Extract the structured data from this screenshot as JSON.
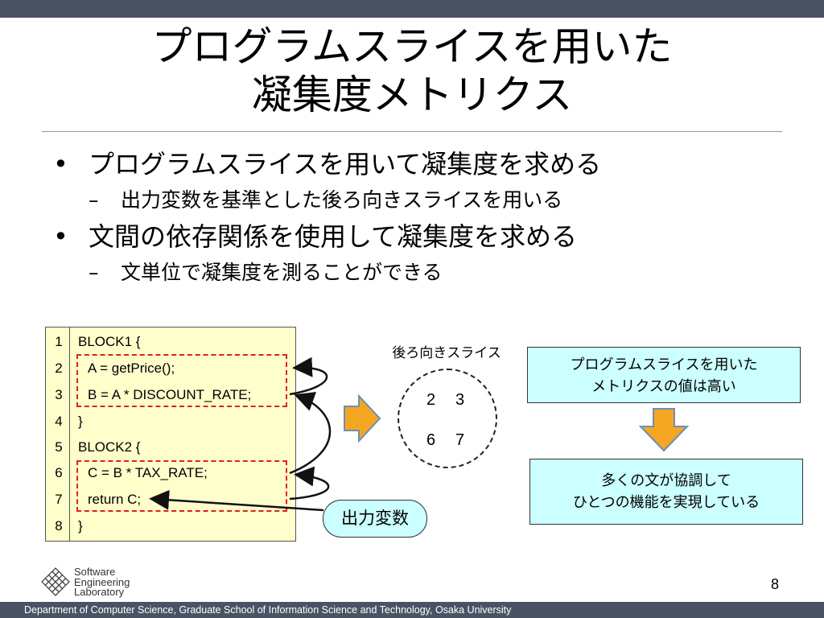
{
  "title": {
    "line1": "プログラムスライスを用いた",
    "line2": "凝集度メトリクス"
  },
  "bullets": [
    {
      "text": "プログラムスライスを用いて凝集度を求める",
      "sub": "出力変数を基準とした後ろ向きスライスを用いる"
    },
    {
      "text": "文間の依存関係を使用して凝集度を求める",
      "sub": "文単位で凝集度を測ることができる"
    }
  ],
  "code": [
    {
      "num": "1",
      "text": "BLOCK1 {"
    },
    {
      "num": "2",
      "text": "A = getPrice();"
    },
    {
      "num": "3",
      "text": "B = A * DISCOUNT_RATE;"
    },
    {
      "num": "4",
      "text": "}"
    },
    {
      "num": "5",
      "text": "BLOCK2 {"
    },
    {
      "num": "6",
      "text": "C = B * TAX_RATE;"
    },
    {
      "num": "7",
      "text": "return C;"
    },
    {
      "num": "8",
      "text": "}"
    }
  ],
  "slice": {
    "label": "後ろ向きスライス",
    "nodes": [
      "2",
      "3",
      "6",
      "7"
    ]
  },
  "output_var_label": "出力変数",
  "box_high": {
    "line1": "プログラムスライスを用いた",
    "line2": "メトリクスの値は高い"
  },
  "box_result": {
    "line1": "多くの文が協調して",
    "line2": "ひとつの機能を実現している"
  },
  "colors": {
    "accent_red": "#e0201c",
    "box_fill": "#ccffff",
    "code_fill": "#ffffcc",
    "arrow_orange": "#f5a623",
    "bar": "#4a5364"
  },
  "logo": {
    "line1": "Software",
    "line2": "Engineering",
    "line3": "Laboratory",
    "icon": "globe-grid-icon"
  },
  "page_number": "8",
  "footer": "Department of Computer Science, Graduate School of Information Science and Technology, Osaka University"
}
